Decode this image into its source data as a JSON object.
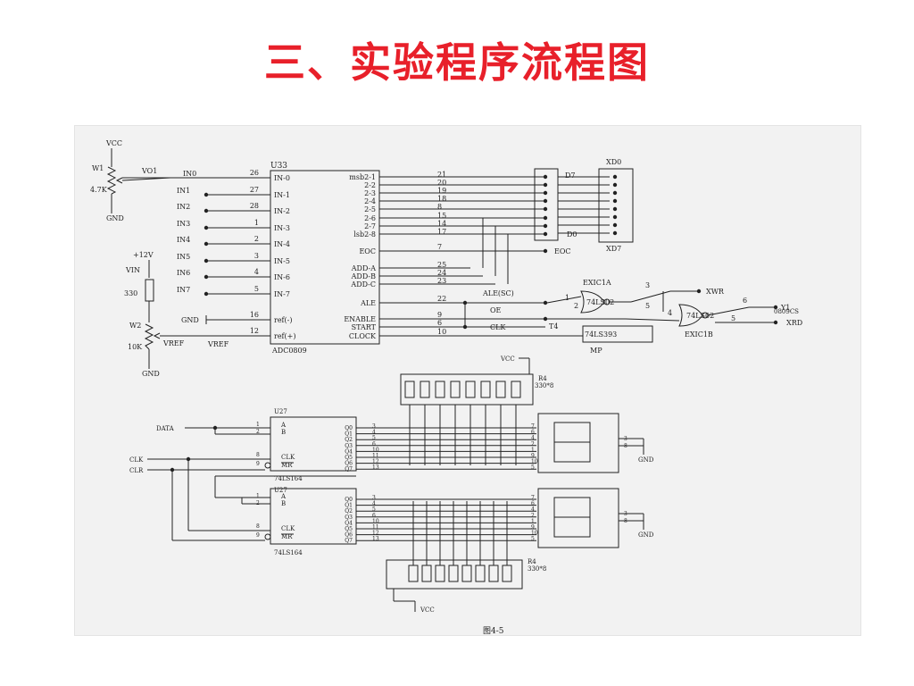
{
  "slide": {
    "title": "三、实验程序流程图",
    "title_color": "#e8202a"
  },
  "diagram": {
    "adc": {
      "ref": "U33",
      "part": "ADC0809",
      "inputs": [
        {
          "net": "IN0",
          "pin": "26",
          "label": "IN-0"
        },
        {
          "net": "IN1",
          "pin": "27",
          "label": "IN-1"
        },
        {
          "net": "IN2",
          "pin": "28",
          "label": "IN-2"
        },
        {
          "net": "IN3",
          "pin": "1",
          "label": "IN-3"
        },
        {
          "net": "IN4",
          "pin": "2",
          "label": "IN-4"
        },
        {
          "net": "IN5",
          "pin": "3",
          "label": "IN-5"
        },
        {
          "net": "IN6",
          "pin": "4",
          "label": "IN-6"
        },
        {
          "net": "IN7",
          "pin": "5",
          "label": "IN-7"
        }
      ],
      "ref_pins": [
        {
          "net": "GND",
          "pin": "16",
          "label": "ref(-)"
        },
        {
          "net": "VREF",
          "pin": "12",
          "label": "ref(+)"
        }
      ],
      "outputs": [
        {
          "label": "msb2-1",
          "pin": "21"
        },
        {
          "label": "2-2",
          "pin": "20"
        },
        {
          "label": "2-3",
          "pin": "19"
        },
        {
          "label": "2-4",
          "pin": "18"
        },
        {
          "label": "2-5",
          "pin": "8"
        },
        {
          "label": "2-6",
          "pin": "15"
        },
        {
          "label": "2-7",
          "pin": "14"
        },
        {
          "label": "lsb2-8",
          "pin": "17"
        }
      ],
      "eoc": {
        "label": "EOC",
        "pin": "7"
      },
      "addr": [
        {
          "label": "ADD-A",
          "pin": "25"
        },
        {
          "label": "ADD-B",
          "pin": "24"
        },
        {
          "label": "ADD-C",
          "pin": "23"
        }
      ],
      "ctrl": [
        {
          "label": "ALE",
          "pin": "22"
        },
        {
          "label": "ENABLE",
          "pin": "9"
        },
        {
          "label": "START",
          "pin": "6"
        },
        {
          "label": "CLOCK",
          "pin": "10"
        }
      ]
    },
    "pot1": {
      "vcc": "VCC",
      "name": "W1",
      "value": "4.7K",
      "gnd": "GND",
      "net": "VO1"
    },
    "pot2": {
      "supply": "+12V",
      "vin": "VIN",
      "r": "330",
      "name": "W2",
      "value": "10K",
      "net": "VREF",
      "gnd": "GND"
    },
    "bus": {
      "d7": "D7",
      "d0": "D0",
      "eoc": "EOC",
      "xd0": "XD0",
      "xd7": "XD7"
    },
    "gates": {
      "a": {
        "name": "EXIC1A",
        "part": "74LS02",
        "pins": [
          "1",
          "2",
          "3"
        ]
      },
      "b": {
        "name": "EXIC1B",
        "part": "74LS02",
        "pins": [
          "4",
          "5",
          "6"
        ]
      },
      "ale_net": "ALE(SC)",
      "oe_net": "OE",
      "clk_net": "CLK",
      "t4_net": "T4",
      "counter": "74LS393",
      "mp": "MP",
      "xwr": "XWR",
      "y1": "Y1",
      "cs": "0809CS",
      "xrd": "XRD"
    },
    "display": {
      "vcc_top": "VCC",
      "vcc_bottom": "VCC",
      "rpack_ref": "R4",
      "rpack_value": "330*8",
      "sr_ref": "U27",
      "sr_part": "74LS164",
      "data": "DATA",
      "clk": "CLK",
      "clr": "CLR",
      "sr_inputs": [
        "A",
        "B",
        "CLK",
        "MR"
      ],
      "sr_outputs": [
        "Q0",
        "Q1",
        "Q2",
        "Q3",
        "Q4",
        "Q5",
        "Q6",
        "Q7"
      ],
      "sr_out_pins": [
        "3",
        "4",
        "5",
        "6",
        "10",
        "11",
        "12",
        "13"
      ],
      "seg_pins": [
        "7",
        "6",
        "4",
        "2",
        "1",
        "9",
        "10",
        "5"
      ],
      "com_pins": [
        "3",
        "8"
      ],
      "gnd": "GND",
      "figure_caption": "图4-5"
    }
  }
}
